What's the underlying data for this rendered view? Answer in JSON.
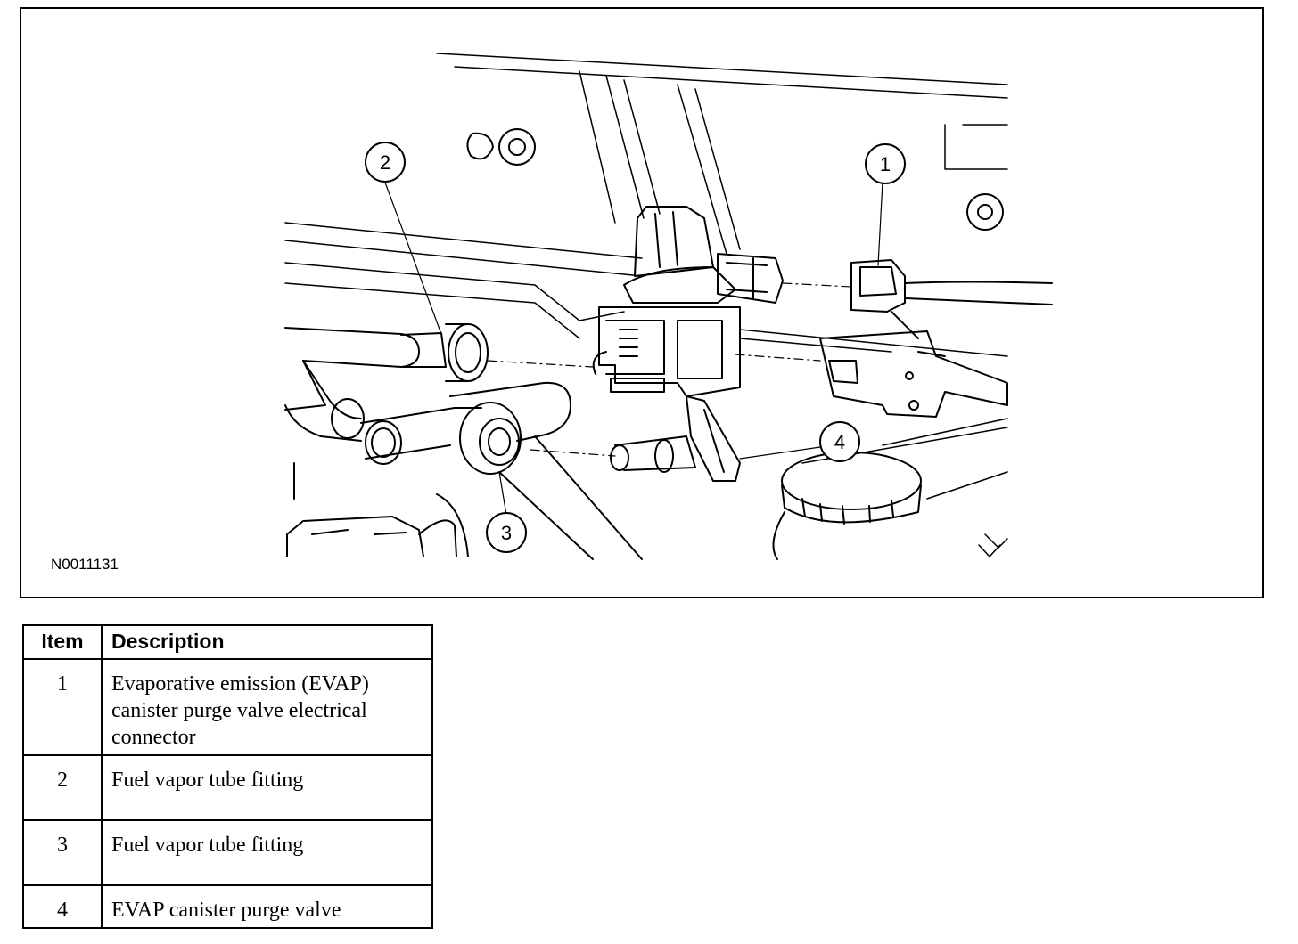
{
  "figure": {
    "id_label": "N0011131",
    "callouts": [
      "1",
      "2",
      "3",
      "4"
    ]
  },
  "legend": {
    "headers": {
      "item": "Item",
      "description": "Description"
    },
    "rows": [
      {
        "item": "1",
        "description": "Evaporative emission (EVAP) canister purge valve electrical connector"
      },
      {
        "item": "2",
        "description": "Fuel vapor tube fitting"
      },
      {
        "item": "3",
        "description": "Fuel vapor tube fitting"
      },
      {
        "item": "4",
        "description": "EVAP canister purge valve"
      }
    ]
  },
  "colors": {
    "line": "#000000",
    "background": "#ffffff"
  }
}
